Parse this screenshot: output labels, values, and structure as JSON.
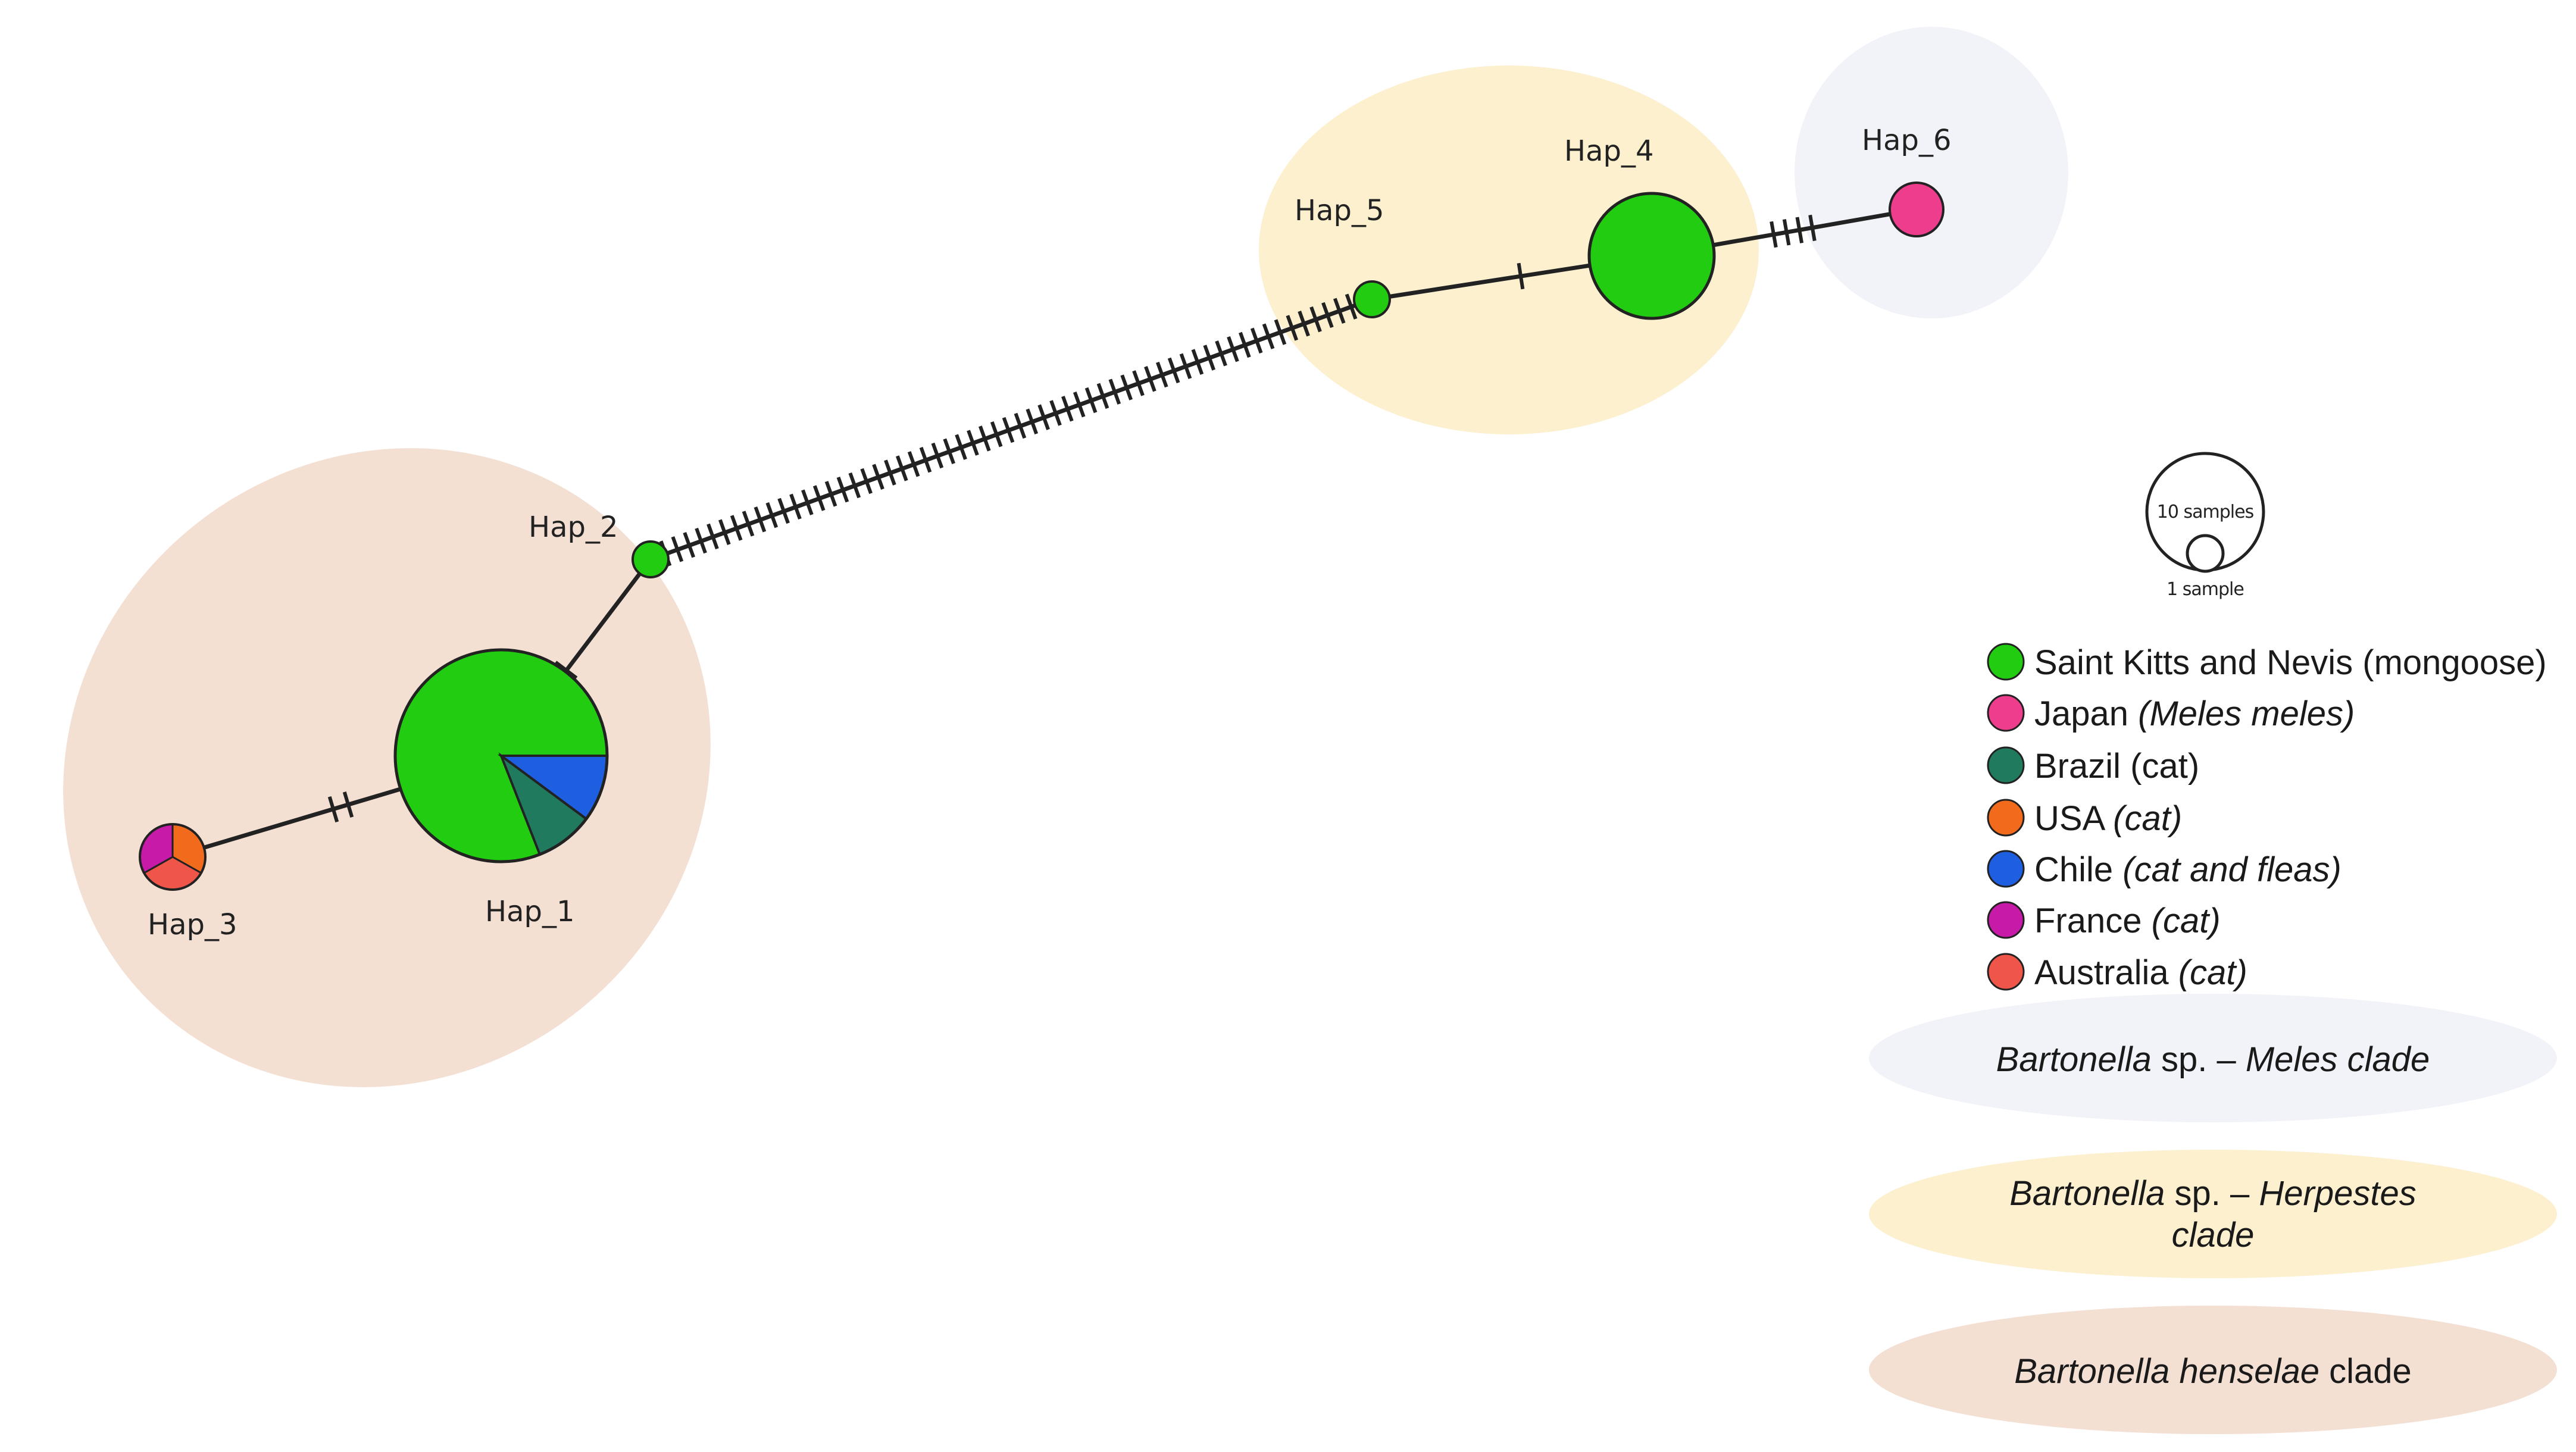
{
  "colors": {
    "saint_kitts": "#22cc11",
    "japan": "#ee3d8c",
    "brazil": "#1f7a5e",
    "usa": "#f26a1b",
    "chile": "#1d5fe0",
    "france": "#c81aa8",
    "australia": "#f0554a",
    "henselae_clade_fill": "#f4dfd3",
    "herpestes_clade_fill": "#fcf0cf",
    "meles_clade_fill": "#f1f3f9",
    "edge": "#222222"
  },
  "haplotypes": [
    {
      "id": "hap1",
      "label": "Hap_1"
    },
    {
      "id": "hap2",
      "label": "Hap_2"
    },
    {
      "id": "hap3",
      "label": "Hap_3"
    },
    {
      "id": "hap4",
      "label": "Hap_4"
    },
    {
      "id": "hap5",
      "label": "Hap_5"
    },
    {
      "id": "hap6",
      "label": "Hap_6"
    }
  ],
  "edges": [
    {
      "from": "hap1",
      "to": "hap2",
      "mutations": 1
    },
    {
      "from": "hap1",
      "to": "hap3",
      "mutations": 2
    },
    {
      "from": "hap2",
      "to": "hap5",
      "mutations": 60
    },
    {
      "from": "hap5",
      "to": "hap4",
      "mutations": 1
    },
    {
      "from": "hap4",
      "to": "hap6",
      "mutations": 4
    }
  ],
  "scale": {
    "large_label": "10 samples",
    "small_label": "1 sample"
  },
  "legend": [
    {
      "key": "saint_kitts",
      "text": "Saint Kitts and Nevis",
      "italic": "",
      "suffix": " (mongoose)"
    },
    {
      "key": "japan",
      "text": "Japan ",
      "italic": "(Meles meles)",
      "suffix": ""
    },
    {
      "key": "brazil",
      "text": "Brazil (cat)",
      "italic": "",
      "suffix": ""
    },
    {
      "key": "usa",
      "text": "USA ",
      "italic": "(cat)",
      "suffix": ""
    },
    {
      "key": "chile",
      "text": "Chile ",
      "italic": "(cat and fleas)",
      "suffix": ""
    },
    {
      "key": "france",
      "text": "France ",
      "italic": "(cat)",
      "suffix": ""
    },
    {
      "key": "australia",
      "text": "Australia ",
      "italic": "(cat)",
      "suffix": ""
    }
  ],
  "clades": [
    {
      "id": "meles",
      "line1_italic_a": "Bartonella",
      "line1_normal": " sp. – ",
      "line1_italic_b": "Meles clade",
      "line2": ""
    },
    {
      "id": "herpestes",
      "line1_italic_a": "Bartonella",
      "line1_normal": " sp. – ",
      "line1_italic_b": "Herpestes",
      "line2": "clade"
    },
    {
      "id": "henselae",
      "line1_italic_a": "Bartonella henselae",
      "line1_normal": " clade",
      "line1_italic_b": "",
      "line2": ""
    }
  ]
}
